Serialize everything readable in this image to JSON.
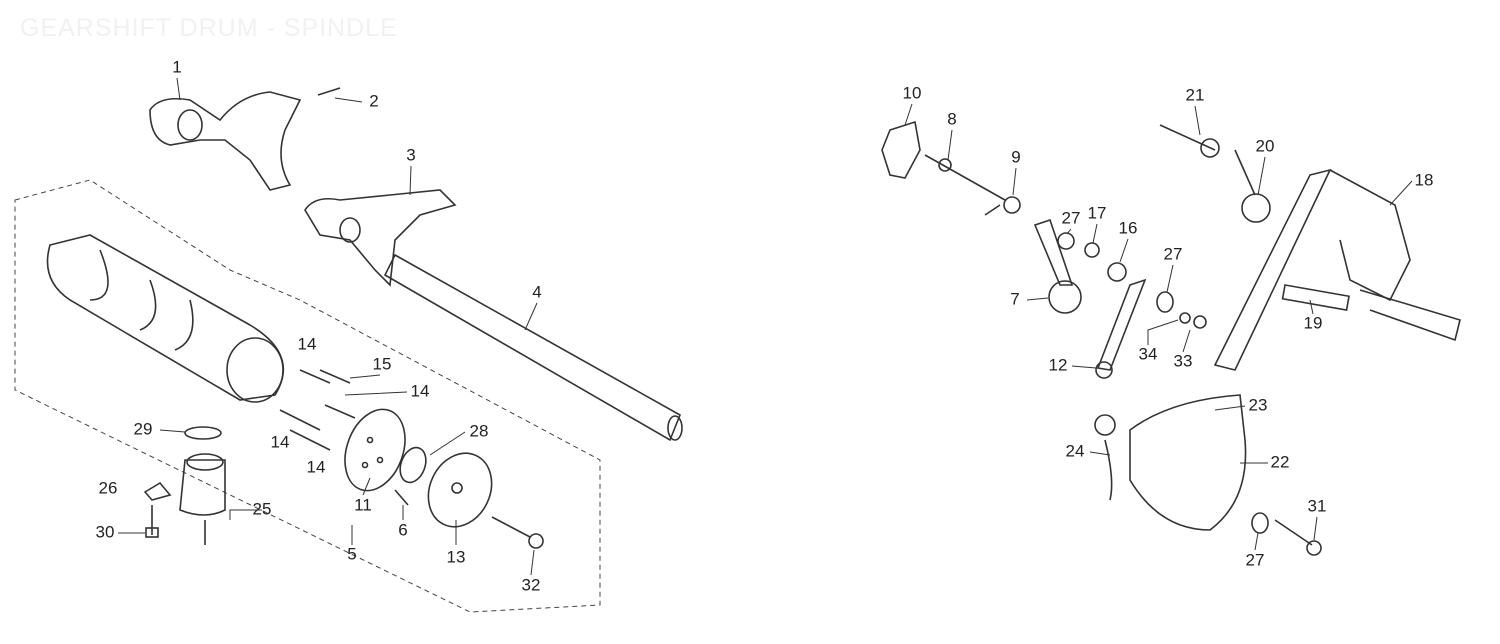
{
  "title": "GEARSHIFT DRUM - SPINDLE",
  "labels": [
    "1",
    "2",
    "3",
    "4",
    "14",
    "15",
    "14",
    "29",
    "28",
    "14",
    "14",
    "26",
    "25",
    "11",
    "6",
    "13",
    "30",
    "5",
    "32",
    "10",
    "8",
    "21",
    "9",
    "20",
    "18",
    "27",
    "17",
    "16",
    "27",
    "7",
    "19",
    "12",
    "34",
    "33",
    "23",
    "24",
    "22",
    "31",
    "27"
  ]
}
